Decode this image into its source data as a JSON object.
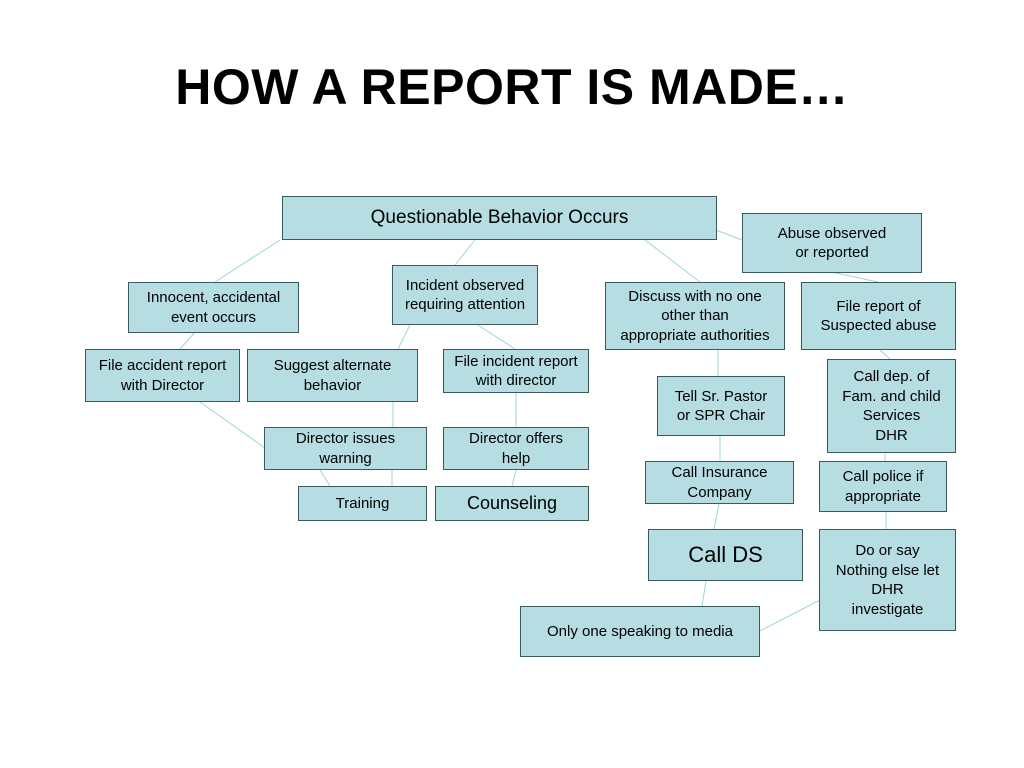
{
  "title": "HOW A REPORT IS MADE…",
  "colors": {
    "box_fill": "#b6dde2",
    "box_border": "#3b5a5e",
    "connector": "#9fd4da"
  },
  "nodes": {
    "root": "Questionable Behavior Occurs",
    "abuse_observed": "Abuse observed\nor reported",
    "innocent": "Innocent, accidental\nevent occurs",
    "incident_observed": "Incident observed\nrequiring attention",
    "discuss": "Discuss with no one\nother than\nappropriate authorities",
    "file_report_abuse": "File report of\nSuspected abuse",
    "file_accident": "File accident report\nwith Director",
    "suggest_alternate": "Suggest alternate\nbehavior",
    "file_incident": "File incident report\nwith director",
    "tell_pastor": "Tell Sr. Pastor\nor SPR Chair",
    "call_dep": "Call dep. of\nFam. and child\nServices\nDHR",
    "director_warning": "Director issues\nwarning",
    "director_help": "Director offers\nhelp",
    "call_police": "Call police if\nappropriate",
    "call_insurance": "Call Insurance\nCompany",
    "training": "Training",
    "counseling": "Counseling",
    "call_ds": "Call DS",
    "do_or_say": "Do or say\nNothing else let\nDHR\ninvestigate",
    "media": "Only one speaking to media"
  }
}
